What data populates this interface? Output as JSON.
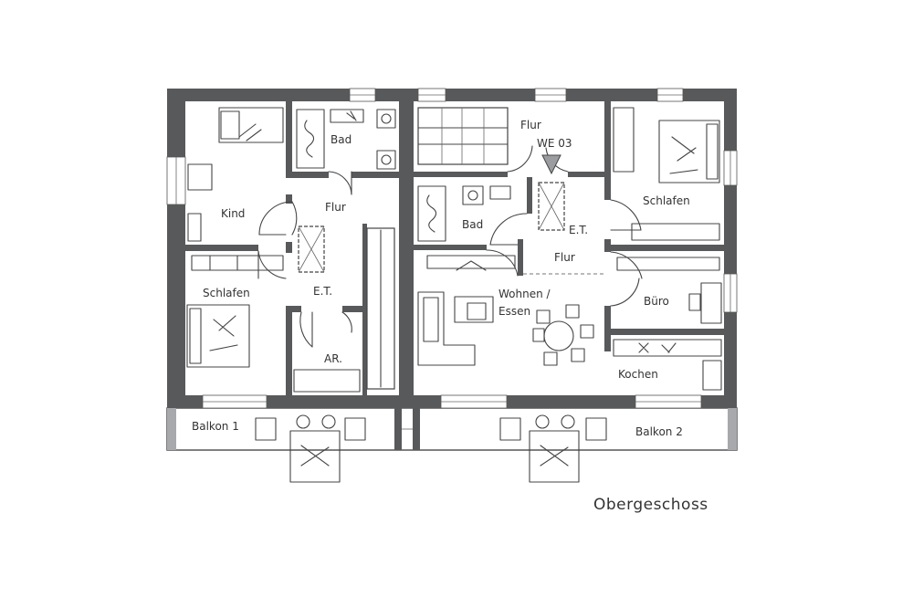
{
  "plan": {
    "caption": "Obergeschoss",
    "unit_label": "WE 03",
    "colors": {
      "wall": "#58595b",
      "line": "#444444",
      "background": "#ffffff",
      "balcony_edge": "#a7a9ac"
    }
  },
  "rooms": {
    "kind": "Kind",
    "bad_left": "Bad",
    "flur_left": "Flur",
    "et_left": "E.T.",
    "schlafen_left": "Schlafen",
    "ar": "AR.",
    "flur_top": "Flur",
    "bad_right": "Bad",
    "et_right": "E.T.",
    "flur_right": "Flur",
    "schlafen_right": "Schlafen",
    "wohnen_line1": "Wohnen /",
    "wohnen_line2": "Essen",
    "buero": "Büro",
    "kochen": "Kochen",
    "balkon_1": "Balkon 1",
    "balkon_2": "Balkon 2"
  },
  "icons": {
    "north_marker": "triangle-marker-icon",
    "door_swing": "door-arc-icon",
    "window": "window-icon"
  }
}
